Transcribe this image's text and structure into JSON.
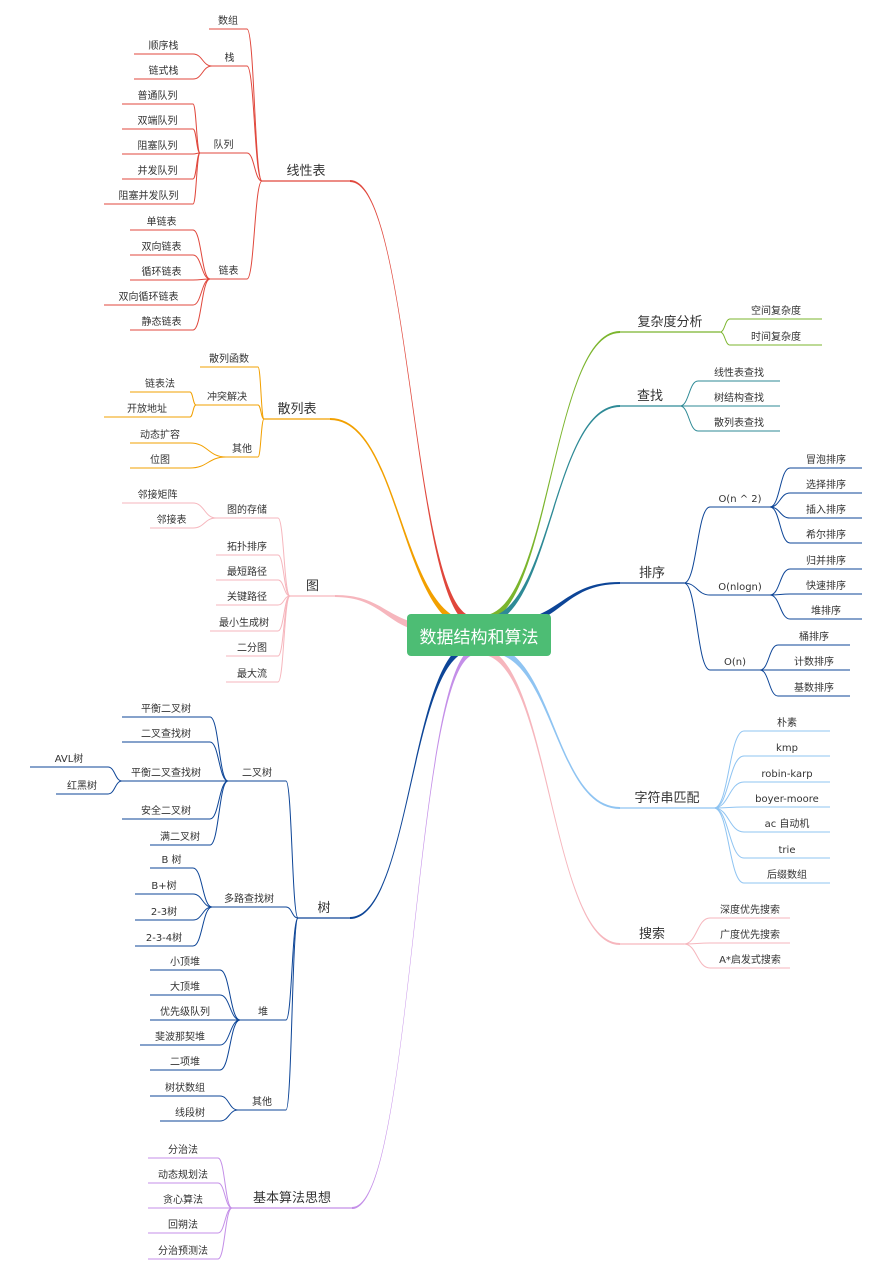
{
  "root": {
    "label": "数据结构和算法",
    "color": "#4dbd74"
  },
  "colors": {
    "linear": "#e0473c",
    "hash": "#f2a000",
    "graph": "#f6b6bd",
    "tree": "#0d4597",
    "basic": "#c48fe8",
    "complexity": "#7bb52d",
    "search": "#2e8a96",
    "sort": "#0d4597",
    "string": "#8fc4f2",
    "dfs": "#f6b6bd"
  },
  "branches": {
    "linear": {
      "label": "线性表",
      "children": [
        {
          "label": "数组"
        },
        {
          "label": "栈",
          "children": [
            {
              "label": "顺序栈"
            },
            {
              "label": "链式栈"
            }
          ]
        },
        {
          "label": "队列",
          "children": [
            {
              "label": "普通队列"
            },
            {
              "label": "双端队列"
            },
            {
              "label": "阻塞队列"
            },
            {
              "label": "并发队列"
            },
            {
              "label": "阻塞并发队列"
            }
          ]
        },
        {
          "label": "链表",
          "children": [
            {
              "label": "单链表"
            },
            {
              "label": "双向链表"
            },
            {
              "label": "循环链表"
            },
            {
              "label": "双向循环链表"
            },
            {
              "label": "静态链表"
            }
          ]
        }
      ]
    },
    "hash": {
      "label": "散列表",
      "children": [
        {
          "label": "散列函数"
        },
        {
          "label": "冲突解决",
          "children": [
            {
              "label": "链表法"
            },
            {
              "label": "开放地址"
            }
          ]
        },
        {
          "label": "其他",
          "children": [
            {
              "label": "动态扩容"
            },
            {
              "label": "位图"
            }
          ]
        }
      ]
    },
    "graph": {
      "label": "图",
      "children": [
        {
          "label": "图的存储",
          "children": [
            {
              "label": "邻接矩阵"
            },
            {
              "label": "邻接表"
            }
          ]
        },
        {
          "label": "拓扑排序"
        },
        {
          "label": "最短路径"
        },
        {
          "label": "关键路径"
        },
        {
          "label": "最小生成树"
        },
        {
          "label": "二分图"
        },
        {
          "label": "最大流"
        }
      ]
    },
    "tree": {
      "label": "树",
      "children": [
        {
          "label": "二叉树",
          "children": [
            {
              "label": "平衡二叉树"
            },
            {
              "label": "二叉查找树"
            },
            {
              "label": "平衡二叉查找树",
              "children": [
                {
                  "label": "AVL树"
                },
                {
                  "label": "红黑树"
                }
              ]
            },
            {
              "label": "安全二叉树"
            },
            {
              "label": "满二叉树"
            }
          ]
        },
        {
          "label": "多路查找树",
          "children": [
            {
              "label": "B 树"
            },
            {
              "label": "B+树"
            },
            {
              "label": "2-3树"
            },
            {
              "label": "2-3-4树"
            }
          ]
        },
        {
          "label": "堆",
          "children": [
            {
              "label": "小顶堆"
            },
            {
              "label": "大顶堆"
            },
            {
              "label": "优先级队列"
            },
            {
              "label": "斐波那契堆"
            },
            {
              "label": "二项堆"
            }
          ]
        },
        {
          "label": "其他",
          "children": [
            {
              "label": "树状数组"
            },
            {
              "label": "线段树"
            }
          ]
        }
      ]
    },
    "basic": {
      "label": "基本算法思想",
      "children": [
        {
          "label": "分治法"
        },
        {
          "label": "动态规划法"
        },
        {
          "label": "贪心算法"
        },
        {
          "label": "回朔法"
        },
        {
          "label": "分治预测法"
        }
      ]
    },
    "complexity": {
      "label": "复杂度分析",
      "children": [
        {
          "label": "空间复杂度"
        },
        {
          "label": "时间复杂度"
        }
      ]
    },
    "search": {
      "label": "查找",
      "children": [
        {
          "label": "线性表查找"
        },
        {
          "label": "树结构查找"
        },
        {
          "label": "散列表查找"
        }
      ]
    },
    "sort": {
      "label": "排序",
      "children": [
        {
          "label": "O(n ^ 2)",
          "children": [
            {
              "label": "冒泡排序"
            },
            {
              "label": "选择排序"
            },
            {
              "label": "插入排序"
            },
            {
              "label": "希尔排序"
            }
          ]
        },
        {
          "label": "O(nlogn)",
          "children": [
            {
              "label": "归并排序"
            },
            {
              "label": "快速排序"
            },
            {
              "label": "堆排序"
            }
          ]
        },
        {
          "label": "O(n)",
          "children": [
            {
              "label": "桶排序"
            },
            {
              "label": "计数排序"
            },
            {
              "label": "基数排序"
            }
          ]
        }
      ]
    },
    "string": {
      "label": "字符串匹配",
      "children": [
        {
          "label": "朴素"
        },
        {
          "label": "kmp"
        },
        {
          "label": "robin-karp"
        },
        {
          "label": "boyer-moore"
        },
        {
          "label": "ac 自动机"
        },
        {
          "label": "trie"
        },
        {
          "label": "后缀数组"
        }
      ]
    },
    "dfs": {
      "label": "搜索",
      "children": [
        {
          "label": "深度优先搜索"
        },
        {
          "label": "广度优先搜索"
        },
        {
          "label": "A*启发式搜索"
        }
      ]
    }
  }
}
